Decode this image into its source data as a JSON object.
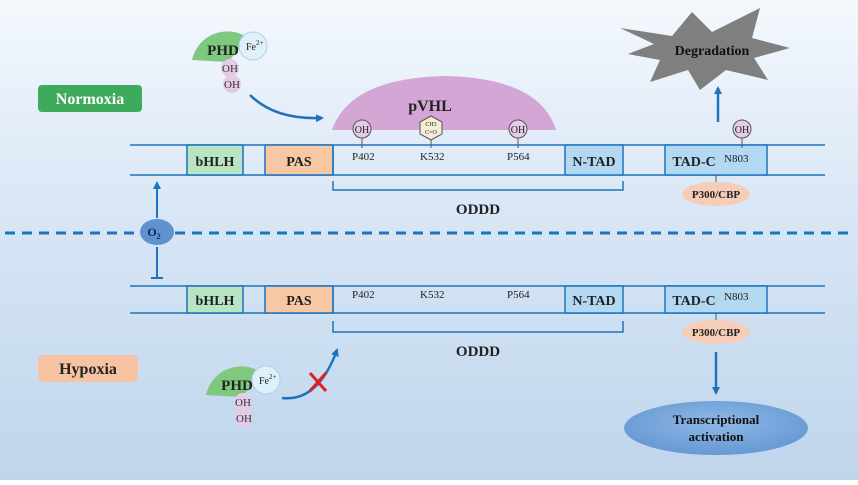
{
  "conditions": {
    "normoxia": "Normoxia",
    "hypoxia": "Hypoxia"
  },
  "enzyme": {
    "phd": "PHD",
    "fe": "Fe",
    "fe_charge": "2+",
    "oh": "OH"
  },
  "protein": {
    "bhlh": "bHLH",
    "pas": "PAS",
    "ntad": "N-TAD",
    "tadc": "TAD-C",
    "oddd": "ODDD"
  },
  "residues": {
    "p402": "P402",
    "k532": "K532",
    "p564": "P564",
    "n803": "N803"
  },
  "modifications": {
    "hydroxyl": "OH",
    "ch3": "CH3",
    "co": "C=O"
  },
  "labels": {
    "pvhl": "pVHL",
    "degradation": "Degradation",
    "p300": "P300/CBP",
    "o2": "O",
    "o2_sub": "2",
    "transcriptional": "Transcriptional",
    "activation": "activation"
  },
  "colors": {
    "background_top": "#e9f1fb",
    "background_bottom": "#c2d7ec",
    "line_blue": "#1e73be",
    "bhlh_fill": "#b9e4c4",
    "pas_fill": "#f8c8a4",
    "domain_fill": "#b3d8f2",
    "pvhl_fill": "#d3a6d6",
    "phd_green": "#7fc97f",
    "normoxia_badge": "#3daa5c",
    "hypoxia_badge": "#f8c3a2",
    "p300_fill": "#f6cdb6",
    "degradation_fill": "#808080",
    "transcription_fill": "#6fa0d8",
    "oh_fill": "#e4cbe8",
    "cross_red": "#e1201f"
  }
}
